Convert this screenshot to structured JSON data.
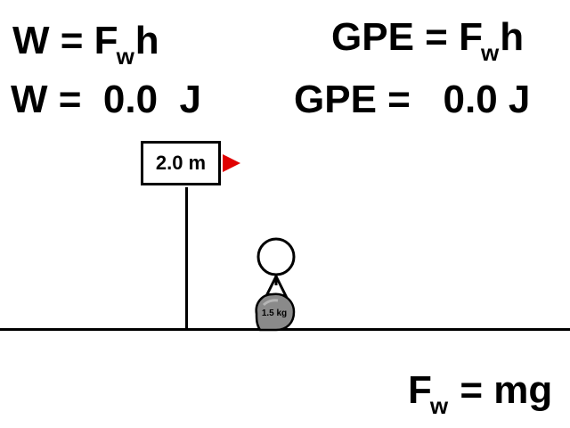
{
  "formulas": {
    "work_formula": {
      "lhs": "W = F",
      "sub": "w",
      "rhs": "h"
    },
    "gpe_formula": {
      "lhs": "GPE = F",
      "sub": "w",
      "rhs": "h"
    },
    "weight_formula": {
      "lhs": "F",
      "sub": "w",
      "rhs": " = mg"
    }
  },
  "readouts": {
    "work": "W =  0.0  J",
    "gpe": "GPE =   0.0 J"
  },
  "height_marker": {
    "label": "2.0 m",
    "flag_color": "#e00000"
  },
  "rock": {
    "label": "1.5 kg",
    "color": "#8a8a8a"
  },
  "icons": {
    "figure": "stick-figure-icon",
    "rock": "rock-icon",
    "flag": "flag-icon"
  }
}
